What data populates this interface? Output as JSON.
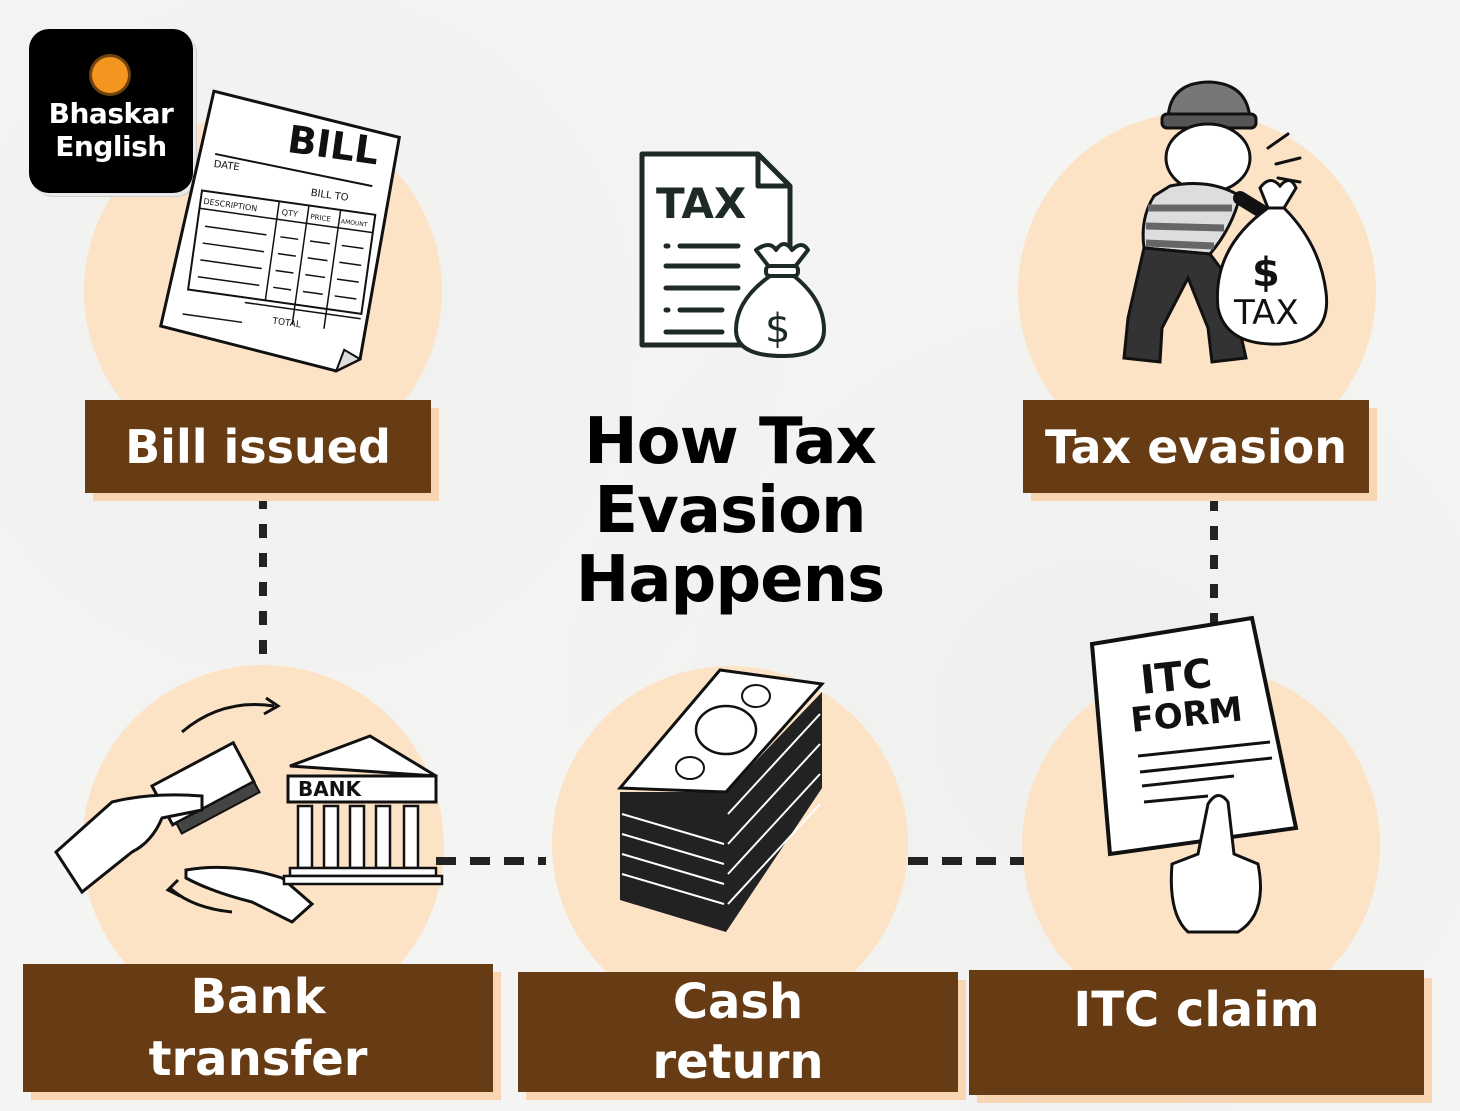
{
  "brand": {
    "logo_line1": "Bhaskar",
    "logo_line2": "English",
    "logo_bg_color": "#000000",
    "sun_color": "#f4951f"
  },
  "title": {
    "line1": "How Tax",
    "line2": "Evasion",
    "line3": "Happens"
  },
  "central_icon": {
    "name": "tax-document-money-bag-icon",
    "doc_text": "TAX",
    "bag_symbol": "$"
  },
  "colors": {
    "label_bg": "#673c14",
    "label_shadow": "#f8d5b3",
    "circle_fill": "#fde3c6",
    "connector": "#222222",
    "background": "#f4f4f3"
  },
  "steps": [
    {
      "id": "bill-issued",
      "label_line1": "Bill issued",
      "label_line2": "",
      "illustration": "bill-invoice",
      "illus_text": {
        "heading": "BILL",
        "date": "DATE",
        "bill_to": "BILL TO",
        "columns": [
          "DESCRIPTION",
          "QTY",
          "PRICE",
          "AMOUNT"
        ],
        "total": "TOTAL"
      }
    },
    {
      "id": "bank-transfer",
      "label_line1": "Bank",
      "label_line2": "transfer",
      "illustration": "hands-cash-bank",
      "illus_text": {
        "bank_sign": "BANK"
      }
    },
    {
      "id": "cash-return",
      "label_line1": "Cash",
      "label_line2": "return",
      "illustration": "cash-stack"
    },
    {
      "id": "itc-claim",
      "label_line1": "ITC claim",
      "label_line2": "",
      "illustration": "hand-holding-itc-form",
      "illus_text": {
        "line1": "ITC",
        "line2": "FORM"
      }
    },
    {
      "id": "tax-evasion",
      "label_line1": "Tax evasion",
      "label_line2": "",
      "illustration": "thief-with-tax-bag",
      "illus_text": {
        "symbol": "$",
        "bag_text": "TAX"
      }
    }
  ]
}
